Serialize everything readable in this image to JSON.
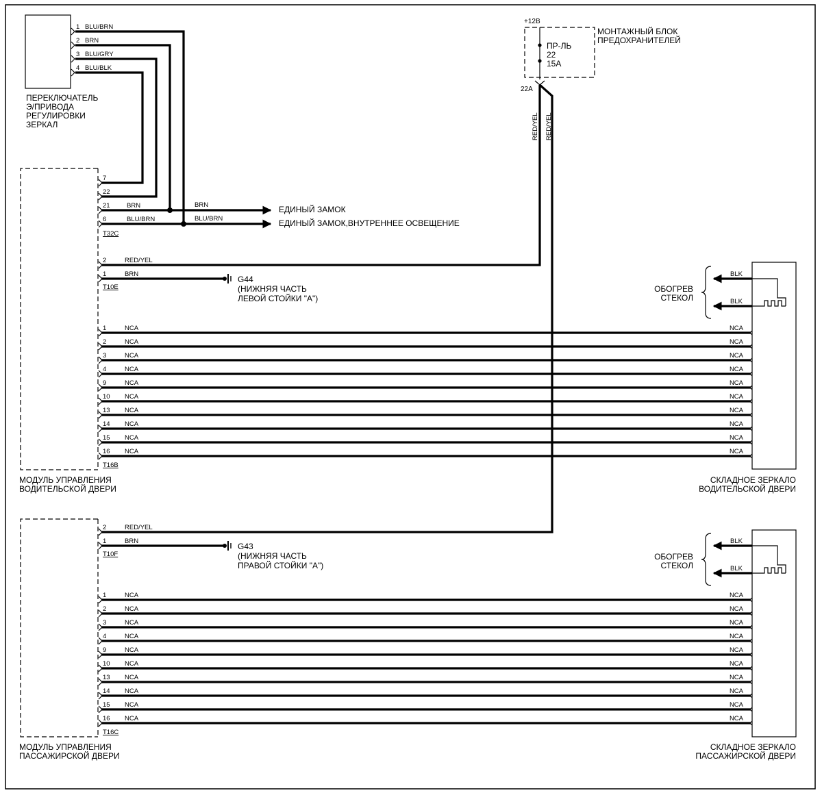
{
  "switch": {
    "label": [
      "ПЕРЕКЛЮЧАТЕЛЬ",
      "Э/ПРИВОДА",
      "РЕГУЛИРОВКИ",
      "ЗЕРКАЛ"
    ],
    "pins": [
      {
        "pin": "1",
        "color": "BLU/BRN"
      },
      {
        "pin": "2",
        "color": "BRN"
      },
      {
        "pin": "3",
        "color": "BLU/GRY"
      },
      {
        "pin": "4",
        "color": "BLU/BLK"
      }
    ]
  },
  "fuse_block": {
    "supply": "+12В",
    "label": [
      "МОНТАЖНЫЙ БЛОК",
      "ПРЕДОХРАНИТЕЛЕЙ"
    ],
    "fuse": [
      "ПР-ЛЬ",
      "22",
      "15А"
    ],
    "terminal": "22А",
    "wire_a": "RED/YEL",
    "wire_b": "RED/YEL"
  },
  "driver_module": {
    "label": [
      "МОДУЛЬ УПРАВЛЕНИЯ",
      "ВОДИТЕЛЬСКОЙ ДВЕРИ"
    ],
    "t32c": {
      "name": "T32C",
      "pins": [
        {
          "pin": "7",
          "color": ""
        },
        {
          "pin": "22",
          "color": ""
        },
        {
          "pin": "21",
          "color": "BRN"
        },
        {
          "pin": "6",
          "color": "BLU/BRN"
        }
      ],
      "outputs": [
        {
          "color": "BRN",
          "target": "ЕДИНЫЙ ЗАМОК"
        },
        {
          "color": "BLU/BRN",
          "target": "ЕДИНЫЙ ЗАМОК,ВНУТРЕННЕЕ ОСВЕЩЕНИЕ"
        }
      ]
    },
    "t10e": {
      "name": "T10E",
      "pins": [
        {
          "pin": "2",
          "color": "RED/YEL"
        },
        {
          "pin": "1",
          "color": "BRN"
        }
      ],
      "ground": {
        "name": "G44",
        "desc": [
          "(НИЖНЯЯ ЧАСТЬ",
          "ЛЕВОЙ СТОЙКИ \"А\")"
        ]
      }
    },
    "t16b": {
      "name": "T16B",
      "wire_color": "NCA",
      "pins": [
        "1",
        "2",
        "3",
        "4",
        "9",
        "10",
        "13",
        "14",
        "15",
        "16"
      ]
    }
  },
  "driver_mirror": {
    "label": [
      "СКЛАДНОЕ ЗЕРКАЛО",
      "ВОДИТЕЛЬСКОЙ ДВЕРИ"
    ],
    "heater": {
      "label": [
        "ОБОГРЕВ",
        "СТЕКОЛ"
      ],
      "wires": [
        "BLK",
        "BLK"
      ]
    }
  },
  "passenger_module": {
    "label": [
      "МОДУЛЬ УПРАВЛЕНИЯ",
      "ПАССАЖИРСКОЙ ДВЕРИ"
    ],
    "t10f": {
      "name": "T10F",
      "pins": [
        {
          "pin": "2",
          "color": "RED/YEL"
        },
        {
          "pin": "1",
          "color": "BRN"
        }
      ],
      "ground": {
        "name": "G43",
        "desc": [
          "(НИЖНЯЯ ЧАСТЬ",
          "ПРАВОЙ СТОЙКИ \"А\")"
        ]
      }
    },
    "t16c": {
      "name": "T16C",
      "wire_color": "NCA",
      "pins": [
        "1",
        "2",
        "3",
        "4",
        "9",
        "10",
        "13",
        "14",
        "15",
        "16"
      ]
    }
  },
  "passenger_mirror": {
    "label": [
      "СКЛАДНОЕ ЗЕРКАЛО",
      "ПАССАЖИРСКОЙ ДВЕРИ"
    ],
    "heater": {
      "label": [
        "ОБОГРЕВ",
        "СТЕКОЛ"
      ],
      "wires": [
        "BLK",
        "BLK"
      ]
    }
  }
}
